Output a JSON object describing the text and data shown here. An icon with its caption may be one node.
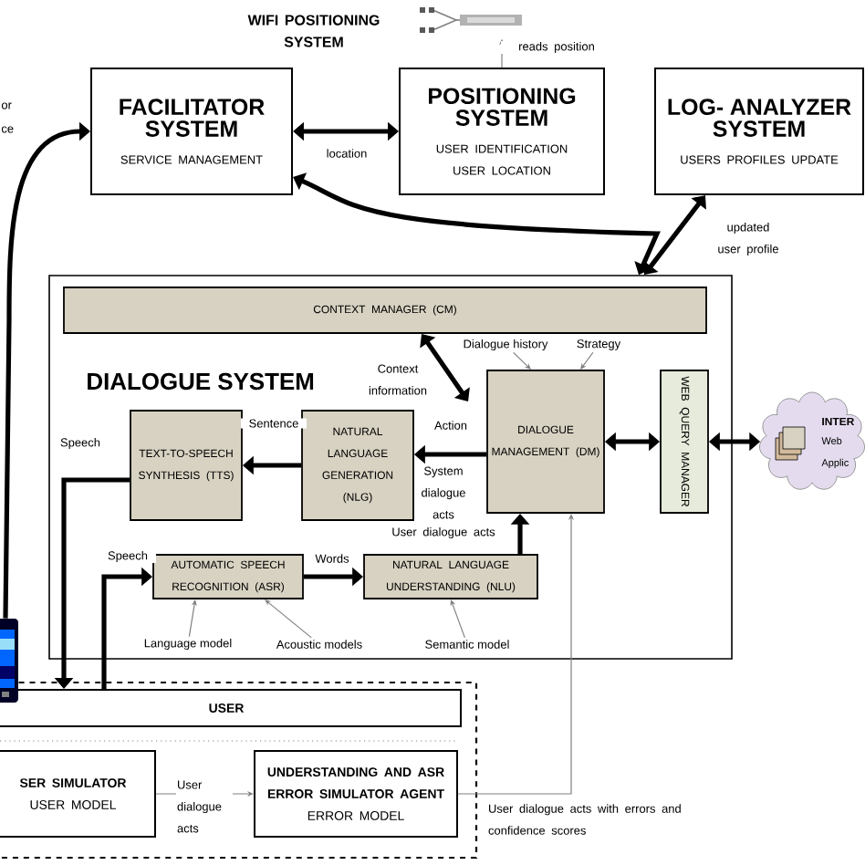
{
  "diagram": {
    "nodes": [
      {
        "text": [],
        "shape": "picture"
      },
      {
        "text": [
          "FACILITATOR SYSTEM",
          "SERVICE MANAGEMENT"
        ]
      },
      {
        "text": [
          "POSITIONING SYSTEM",
          "USER IDENTIFICATION USER LOCATION"
        ]
      },
      {
        "text": [
          "LOG- ANALYZER SYSTEM",
          "USERS PROFILES UPDATE"
        ]
      },
      {
        "text": [
          "DIALOGUE SYSTEM"
        ]
      },
      {
        "text": [
          "CONTEXT MANAGER (CM)"
        ],
        "in": 4
      },
      {
        "text": [
          "TEXT-TO-SPEECH SYNTHESIS (TTS)"
        ],
        "in": 4
      },
      {
        "text": [
          "NATURAL LANGUAGE GENERATION (NLG)"
        ],
        "in": 4
      },
      {
        "text": [
          "DIALOGUE MANAGEMENT (DM)"
        ],
        "in": 4
      },
      {
        "text": [
          "WEB QUERY MANAGER"
        ],
        "in": 4
      },
      {
        "text": [
          "AUTOMATIC SPEECH RECOGNITION (ASR)"
        ],
        "in": 4
      },
      {
        "text": [
          "NATURAL LANGUAGE UNDERSTANDING (NLU)"
        ],
        "in": 4
      },
      {
        "text": [
          "INTER",
          "Web Applic"
        ]
      },
      {
        "text": [],
        "shape": "box"
      },
      {
        "text": [
          "USER"
        ],
        "in": 13
      },
      {
        "text": [
          "SER SIMULATOR",
          "USER MODEL"
        ],
        "in": 13
      },
      {
        "text": [
          "UNDERSTANDING AND ASR ERROR SIMULATOR AGENT",
          "ERROR MODEL"
        ],
        "in": 13
      },
      {
        "text": [],
        "shape": "picture"
      },
      {
        "text": [
          "Dialogue history"
        ],
        "in": 4
      },
      {
        "text": [
          "Strategy"
        ],
        "in": 4
      },
      {
        "text": [
          "Language model"
        ],
        "in": 4
      },
      {
        "text": [
          "Acoustic models"
        ],
        "in": 4
      },
      {
        "text": [
          "Semantic model"
        ],
        "in": 4
      }
    ],
    "edges": [
      {
        "from": 17,
        "to": 1,
        "arrow": "to"
      },
      {
        "from": 1,
        "to": 2,
        "arrow": "both",
        "label": "location"
      },
      {
        "from": 2,
        "to": 0,
        "arrow": "to",
        "color": "#808080",
        "label": "reads position"
      },
      {
        "from": 1,
        "to": 4,
        "arrow": "both"
      },
      {
        "from": 3,
        "to": 4,
        "arrow": "both",
        "label": "updated user profile"
      },
      {
        "from": 5,
        "to": 8,
        "arrow": "both",
        "label": "Context information"
      },
      {
        "from": 8,
        "to": 7,
        "arrow": "to",
        "label": "Action"
      },
      {
        "from": 7,
        "to": 6,
        "arrow": "to",
        "label": "Sentence"
      },
      {
        "from": 6,
        "to": 14,
        "arrow": "to",
        "label": "Speech"
      },
      {
        "from": 14,
        "to": 10,
        "arrow": "to",
        "label": "Speech"
      },
      {
        "from": 10,
        "to": 11,
        "arrow": "to",
        "label": "Words"
      },
      {
        "from": 11,
        "to": 8,
        "arrow": "to",
        "label": "User dialogue acts"
      },
      {
        "from": 8,
        "to": 9,
        "arrow": "both"
      },
      {
        "from": 9,
        "to": 12,
        "arrow": "both"
      },
      {
        "from": 15,
        "to": 16,
        "arrow": "to",
        "color": "#808080",
        "label": "User dialogue acts"
      },
      {
        "from": 16,
        "to": 8,
        "arrow": "to",
        "color": "#808080",
        "label": "User dialogue acts with errors and confidence scores"
      },
      {
        "from": 18,
        "to": 8,
        "arrow": "to",
        "color": "#808080"
      },
      {
        "from": 19,
        "to": 8,
        "arrow": "to",
        "color": "#808080"
      },
      {
        "from": 20,
        "to": 10,
        "arrow": "to",
        "color": "#808080"
      },
      {
        "from": 21,
        "to": 10,
        "arrow": "to",
        "color": "#808080"
      },
      {
        "from": 22,
        "to": 11,
        "arrow": "to",
        "color": "#808080"
      }
    ],
    "labels": [
      "WIFI POSITIONING SYSTEM",
      "or",
      "ce",
      "System dialogue acts"
    ]
  }
}
